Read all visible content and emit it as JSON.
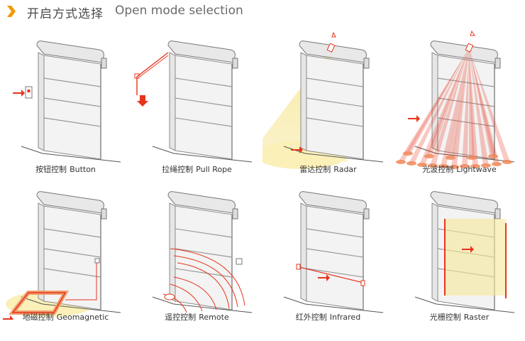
{
  "header": {
    "title_cn": "开启方式选择",
    "title_en": "Open mode selection",
    "chevron_icon": "chevron-right-icon",
    "accent": "#f39800"
  },
  "colors": {
    "red": "#e8341c",
    "beam": "#f7e89a",
    "door_frame": "#7a7a7a",
    "door_fill": "#f2f2f2"
  },
  "modes": [
    {
      "cn": "按钮控制",
      "en": "Button",
      "icon": "push-button-icon"
    },
    {
      "cn": "拉绳控制",
      "en": "Pull Rope",
      "icon": "pull-rope-icon"
    },
    {
      "cn": "雷达控制",
      "en": "Radar",
      "icon": "radar-sensor-icon"
    },
    {
      "cn": "光波控制",
      "en": "Lightwave",
      "icon": "lightwave-sensor-icon"
    },
    {
      "cn": "地磁控制",
      "en": "Geomagnetic",
      "icon": "ground-loop-icon"
    },
    {
      "cn": "遥控控制",
      "en": "Remote",
      "icon": "remote-control-icon"
    },
    {
      "cn": "红外控制",
      "en": "Infrared",
      "icon": "infrared-sensor-icon"
    },
    {
      "cn": "光栅控制",
      "en": "Raster",
      "icon": "light-curtain-icon"
    }
  ]
}
